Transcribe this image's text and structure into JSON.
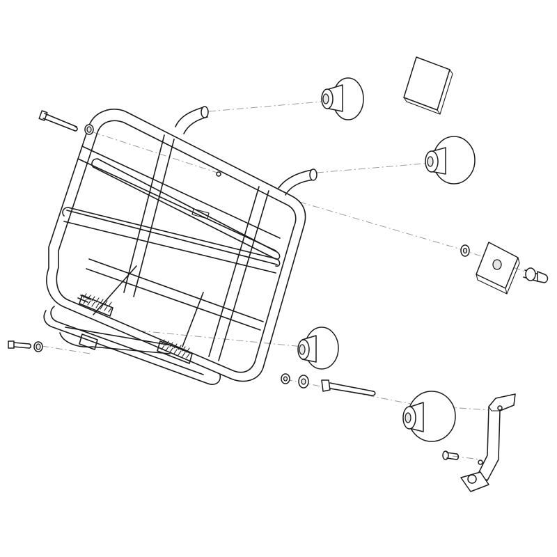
{
  "diagram": {
    "kind": "exploded-assembly",
    "parts": [
      {
        "name": "front-luggage-rack"
      },
      {
        "name": "rack-mounting-bolt-upper"
      },
      {
        "name": "rack-mounting-bolt-lower"
      },
      {
        "name": "rubber-grommet"
      },
      {
        "name": "rubber-pad"
      },
      {
        "name": "square-spacer"
      },
      {
        "name": "flange-bolt"
      },
      {
        "name": "long-bolt"
      },
      {
        "name": "l-bracket"
      },
      {
        "name": "small-bolt"
      }
    ],
    "colors": {
      "line": "#1a1a1a",
      "leader": "#9a9a9a",
      "background": "#ffffff"
    }
  }
}
